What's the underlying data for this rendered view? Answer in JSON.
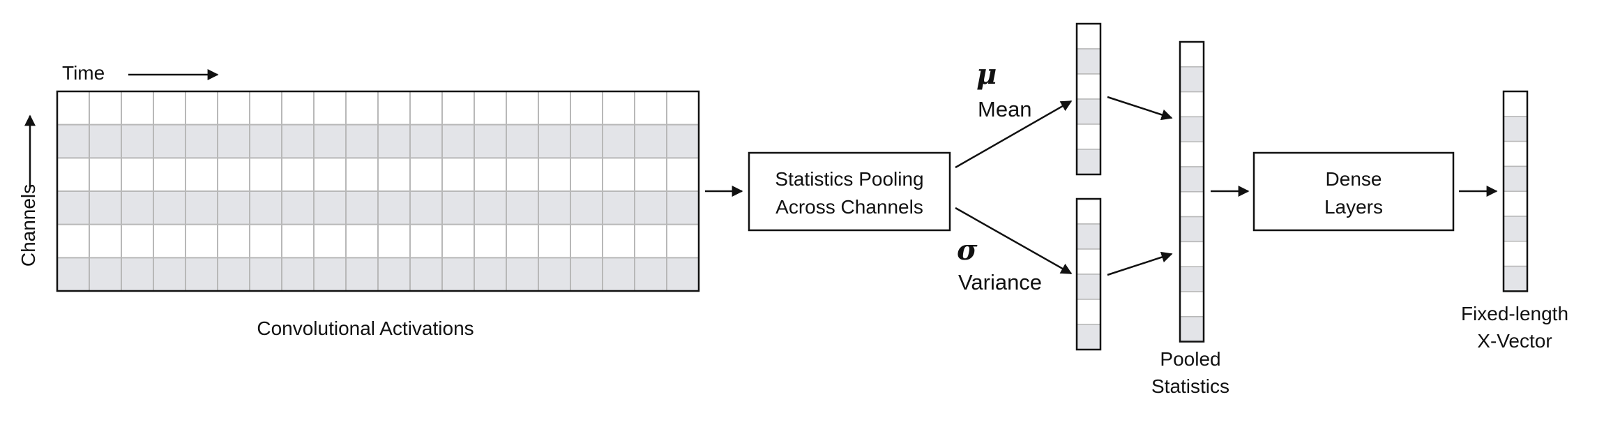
{
  "labels": {
    "time": "Time",
    "channels": "Channels",
    "conv_activations": "Convolutional Activations",
    "stats_pooling_line1": "Statistics Pooling",
    "stats_pooling_line2": "Across Channels",
    "mu_symbol": "μ",
    "mean": "Mean",
    "sigma_symbol": "σ",
    "variance": "Variance",
    "pooled_line1": "Pooled",
    "pooled_line2": "Statistics",
    "dense_line1": "Dense",
    "dense_line2": "Layers",
    "xvector_line1": "Fixed-length",
    "xvector_line2": "X-Vector"
  },
  "colors": {
    "stroke": "#111111",
    "shade": "#e3e4e8",
    "grid": "#b8b8b8",
    "background": "#ffffff"
  }
}
